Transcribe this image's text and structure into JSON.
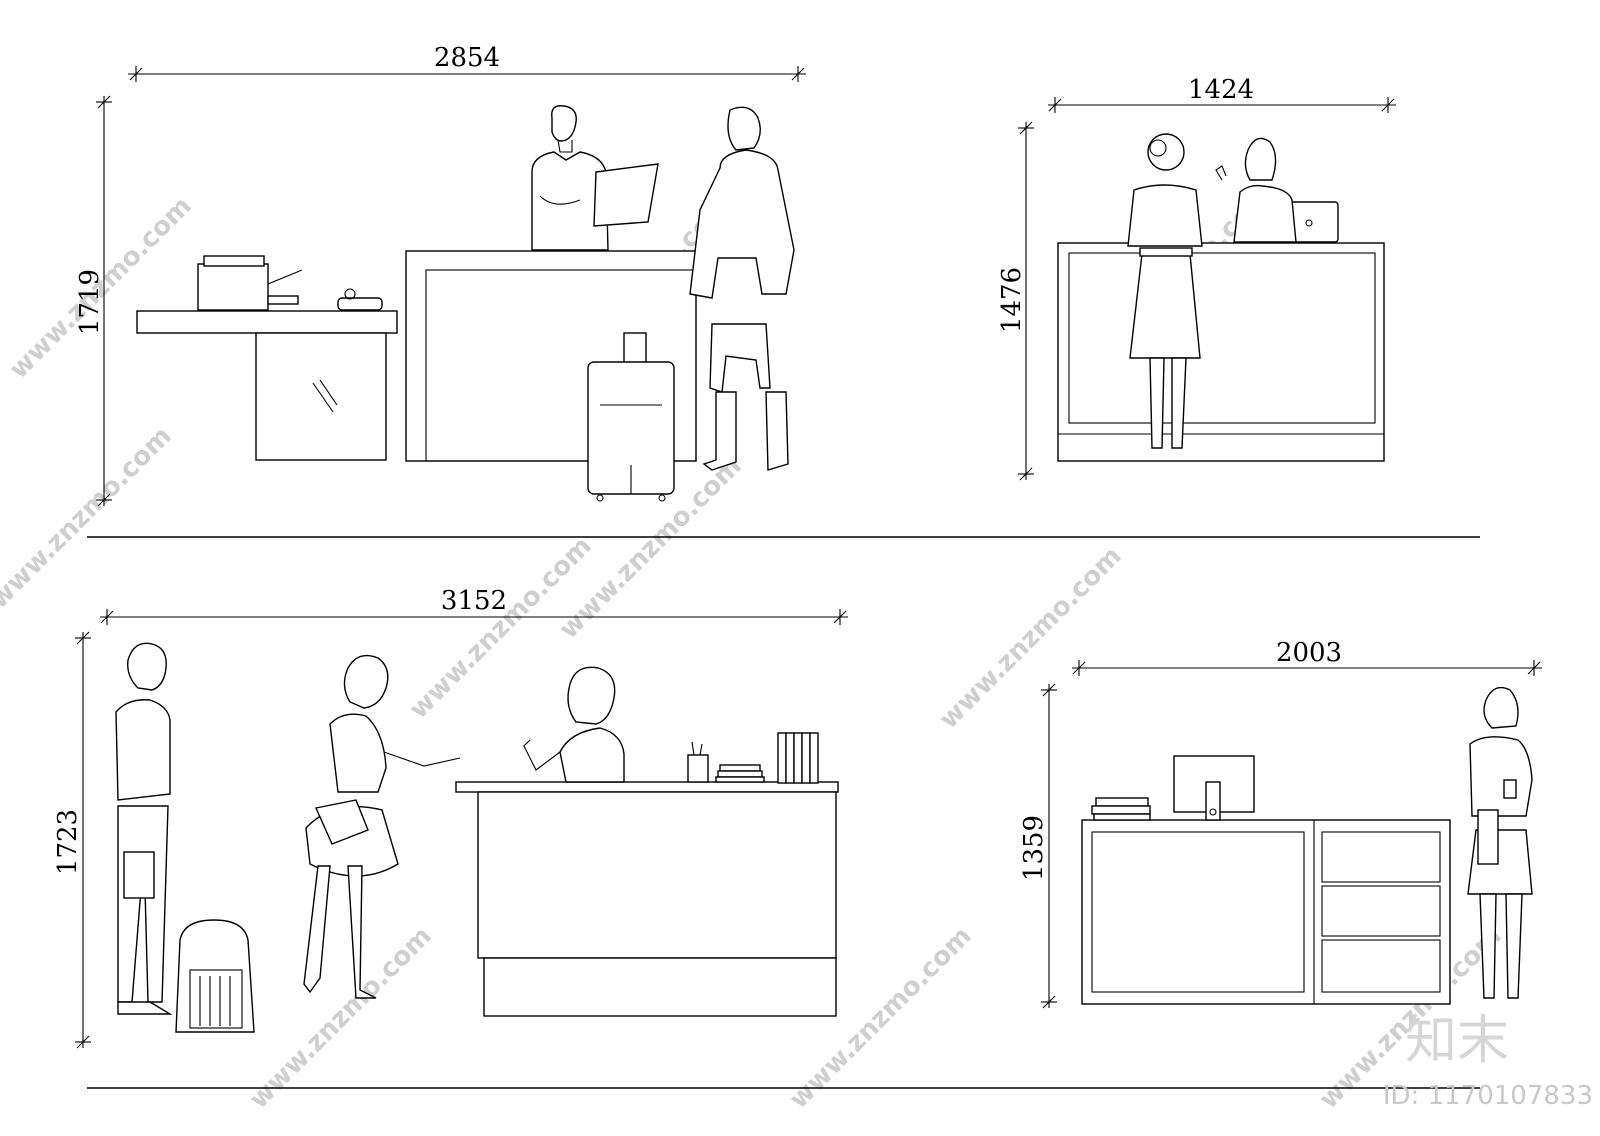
{
  "panels": [
    {
      "id": "top-left",
      "width_label": "2854",
      "height_label": "1719"
    },
    {
      "id": "top-right",
      "width_label": "1424",
      "height_label": "1476"
    },
    {
      "id": "bottom-left",
      "width_label": "3152",
      "height_label": "1723"
    },
    {
      "id": "bottom-right",
      "width_label": "2003",
      "height_label": "1359"
    }
  ],
  "watermark": {
    "site": "www.znzmo.com",
    "logo": "知末",
    "id_text": "ID: 1170107833"
  }
}
